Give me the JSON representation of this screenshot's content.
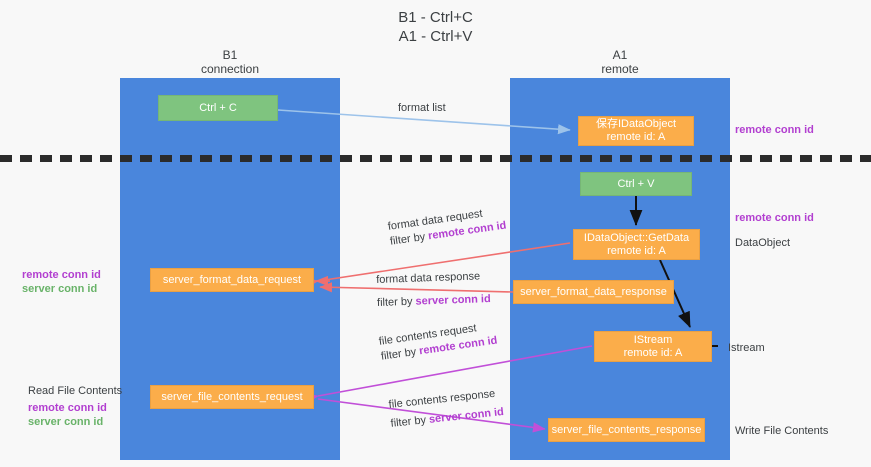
{
  "title": {
    "line1": "B1 - Ctrl+C",
    "line2": "A1 - Ctrl+V"
  },
  "columns": [
    {
      "name": "B1",
      "sub": "connection"
    },
    {
      "name": "A1",
      "sub": "remote"
    }
  ],
  "nodes": {
    "ctrl_c": {
      "label": "Ctrl + C",
      "color": "#7fc47f"
    },
    "ctrl_v": {
      "label": "Ctrl + V",
      "color": "#7fc47f"
    },
    "idataobject_save": {
      "line1": "保存IDataObject",
      "line2": "remote id: A",
      "color": "#fbad4a"
    },
    "getdata": {
      "line1": "IDataObject::GetData",
      "line2": "remote id: A",
      "color": "#fbad4a"
    },
    "istream": {
      "line1": "IStream",
      "line2": "remote id: A",
      "color": "#fbad4a"
    },
    "server_format_data_request": {
      "label": "server_format_data_request",
      "color": "#fbad4a"
    },
    "server_format_data_response": {
      "label": "server_format_data_response",
      "color": "#fbad4a"
    },
    "server_file_contents_request": {
      "label": "server_file_contents_request",
      "color": "#fbad4a"
    },
    "server_file_contents_response": {
      "label": "server_file_contents_response",
      "color": "#fbad4a"
    }
  },
  "edge_labels": {
    "format_list": "format list",
    "format_data_request": "format data request",
    "format_data_request_filter_prefix": "filter by ",
    "format_data_request_filter_key": "remote conn id",
    "format_data_response": "format data response",
    "format_data_response_filter_prefix": "filter by ",
    "format_data_response_filter_key": "server conn id",
    "file_contents_request": "file contents request",
    "file_contents_request_filter_prefix": "filter by ",
    "file_contents_request_filter_key": "remote conn id",
    "file_contents_response": "file contents response",
    "file_contents_response_filter_prefix": "filter by ",
    "file_contents_response_filter_key": "server conn id"
  },
  "notes": {
    "right_remote_conn_id_top": "remote conn id",
    "right_remote_conn_id_mid": "remote conn id",
    "right_dataobject": "DataObject",
    "right_istream": "Istream",
    "right_write_file_contents": "Write File Contents",
    "left_remote_conn_id": "remote conn id",
    "left_server_conn_id": "server conn id",
    "left_read_file_contents": "Read File Contents",
    "left_remote_conn_id_2": "remote conn id",
    "left_server_conn_id_2": "server conn id"
  },
  "colors": {
    "lane": "#4a86dc",
    "green_node": "#7fc47f",
    "orange_node": "#fbad4a",
    "remote_conn": "#b23fd0",
    "server_conn": "#69b369",
    "arrow_blue": "#9dc3ea",
    "arrow_red": "#ef6f6f",
    "arrow_magenta": "#c14fd8",
    "arrow_black": "#111111",
    "divider": "#2b2b2b",
    "background": "#f8f8f8"
  }
}
